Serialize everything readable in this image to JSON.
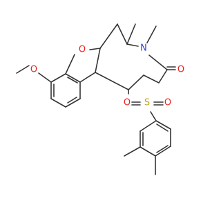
{
  "structure": {
    "atoms": [
      {
        "id": "o_methoxy",
        "element": "O",
        "label": "O",
        "color": "#e8231f"
      },
      {
        "id": "o_ring",
        "element": "O",
        "label": "O",
        "color": "#e8231f"
      },
      {
        "id": "n_amide",
        "element": "N",
        "label": "N",
        "color": "#2d3edb"
      },
      {
        "id": "o_carbonyl",
        "element": "O",
        "label": "O",
        "color": "#e8231f"
      },
      {
        "id": "s_sulfonyl",
        "element": "S",
        "label": "S",
        "color": "#bfa51c"
      },
      {
        "id": "o_sulfonyl_left",
        "element": "O",
        "label": "O",
        "color": "#e8231f"
      },
      {
        "id": "o_sulfonyl_right",
        "element": "O",
        "label": "O",
        "color": "#e8231f"
      }
    ],
    "bond_color": "#333333",
    "background": "#ffffff"
  }
}
